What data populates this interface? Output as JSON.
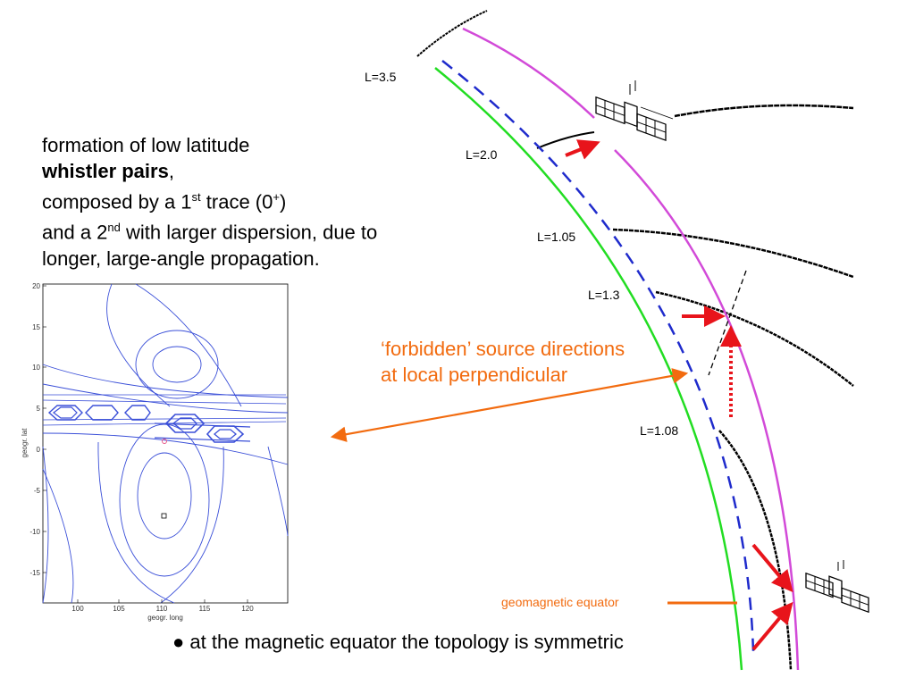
{
  "paragraph": {
    "line1": "formation of low latitude",
    "line2_bold": "whistler pairs",
    "line2_rest": ",",
    "line3_a": "composed by a 1",
    "line3_sup1": "st",
    "line3_b": " trace (0",
    "line3_sup2": "+",
    "line3_c": ")",
    "line4_a": "and a 2",
    "line4_sup": "nd",
    "line4_b": " with larger dispersion, due to",
    "line5": "longer, large-angle propagation."
  },
  "shell_labels": {
    "l35": "L=3.5",
    "l20": "L=2.0",
    "l105": "L=1.05",
    "l13": "L=1.3",
    "l108": "L=1.08"
  },
  "annotation": {
    "line1": "‘forbidden’ source directions",
    "line2": "at local perpendicular"
  },
  "equator_label": "geomagnetic equator",
  "bullet_text": "● at the magnetic equator the topology is symmetric",
  "map": {
    "y_ticks": [
      "20",
      "15",
      "10",
      "5",
      "0",
      "-5",
      "-10",
      "-15"
    ],
    "x_ticks": [
      "100",
      "105",
      "110",
      "115",
      "120"
    ],
    "xlabel": "geogr. long",
    "ylabel": "geogr. lat"
  },
  "colors": {
    "green_shell": "#22dd22",
    "blue_shell": "#1f2bcc",
    "magenta_shell": "#d24ad8",
    "arrow_red": "#e8141b",
    "orange": "#f26b0f",
    "contour_blue": "#3a4fd8"
  }
}
